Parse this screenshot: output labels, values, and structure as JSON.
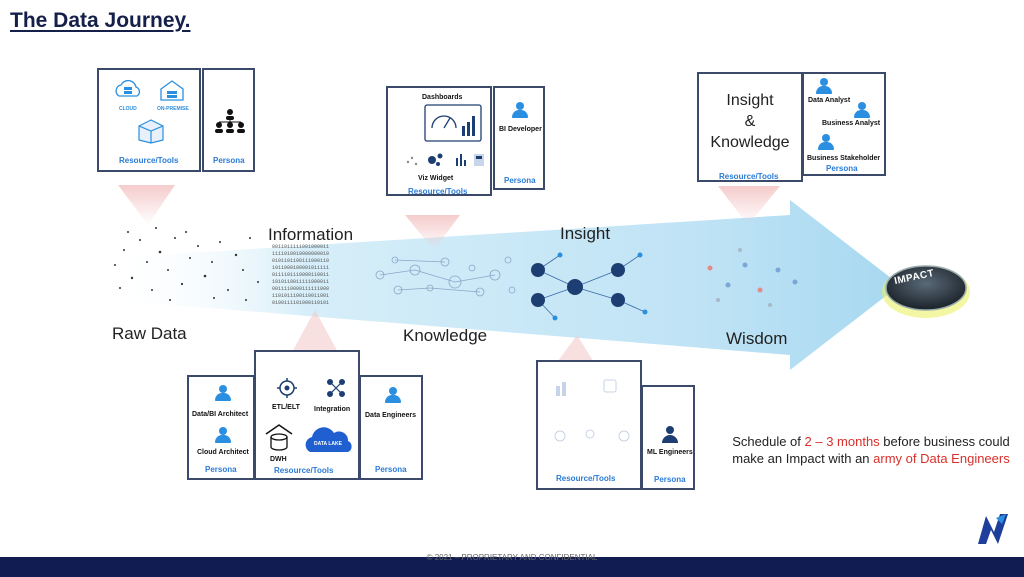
{
  "title": "The Data Journey.",
  "stages": {
    "raw": "Raw Data",
    "information": "Information",
    "knowledge": "Knowledge",
    "insight": "Insight",
    "wisdom": "Wisdom"
  },
  "card_raw": {
    "cloud": "CLOUD",
    "on_premise": "ON-PREMISE",
    "resource": "Resource/Tools",
    "persona": "Persona"
  },
  "card_knowledge": {
    "dashboards": "Dashboards",
    "viz_widget": "Viz Widget",
    "bi_developer": "BI Developer",
    "resource": "Resource/Tools",
    "persona": "Persona"
  },
  "card_wisdom": {
    "insight": "Insight",
    "amp": "&",
    "knowledge": "Knowledge",
    "data_analyst": "Data Analyst",
    "business_analyst": "Business Analyst",
    "business_stakeholder": "Business Stakeholder",
    "resource": "Resource/Tools",
    "persona": "Persona"
  },
  "card_information": {
    "data_bi_architect": "Data/BI Architect",
    "cloud_architect": "Cloud Architect",
    "persona_left": "Persona",
    "etl": "ETL/ELT",
    "integration": "Integration",
    "dwh": "DWH",
    "data_lake": "DATA LAKE",
    "resource": "Resource/Tools",
    "data_engineers": "Data Engineers",
    "persona_right": "Persona"
  },
  "card_insight": {
    "resource": "Resource/Tools",
    "ml_engineers": "ML Engineers",
    "persona": "Persona"
  },
  "impact": "IMPACT",
  "note": {
    "p1": "Schedule of ",
    "highlight1": "2 – 3 months",
    "p2": " before business could make an Impact with an ",
    "highlight2": "army of Data Engineers"
  },
  "footer": "© 2021 – PROPRIETARY AND CONFIDENTIAL",
  "colors": {
    "navy": "#111d52",
    "accent_blue": "#2a8fe0",
    "highlight_red": "#d9302c",
    "arrow_light": "#cfe9f7"
  }
}
